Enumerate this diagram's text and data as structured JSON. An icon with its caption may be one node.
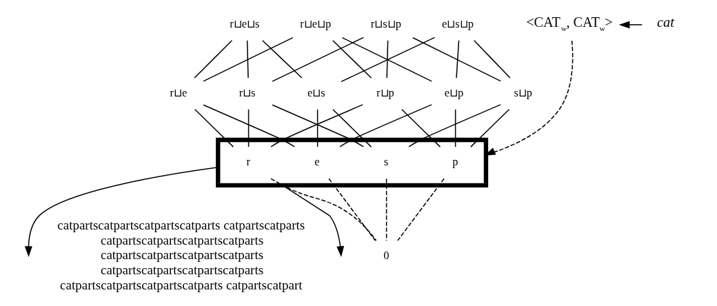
{
  "diagram": {
    "nodes": [
      {
        "text": [
          "r⊔e⊔s"
        ]
      },
      {
        "text": [
          "r⊔e⊔p"
        ]
      },
      {
        "text": [
          "r⊔s⊔p"
        ]
      },
      {
        "text": [
          "e⊔s⊔p"
        ]
      },
      {
        "text": [
          "r⊔e"
        ]
      },
      {
        "text": [
          "r⊔s"
        ]
      },
      {
        "text": [
          "r⊔p"
        ]
      },
      {
        "text": [
          "e⊔s"
        ]
      },
      {
        "text": [
          "e⊔p"
        ]
      },
      {
        "text": [
          "s⊔p"
        ]
      },
      {
        "text": [],
        "shape": "box"
      },
      {
        "text": [
          "r"
        ],
        "in": 10
      },
      {
        "text": [
          "e"
        ],
        "in": 10
      },
      {
        "text": [
          "s"
        ],
        "in": 10
      },
      {
        "text": [
          "p"
        ],
        "in": 10
      },
      {
        "text": [
          "<CAT$_{w}$, CAT$_{w}$>"
        ]
      },
      {
        "text": [
          "cat"
        ]
      },
      {
        "text": [
          "0"
        ]
      }
    ],
    "edges": [
      {
        "from": 0,
        "to": 4,
        "arrow": "none"
      },
      {
        "from": 0,
        "to": 5,
        "arrow": "none"
      },
      {
        "from": 0,
        "to": 7,
        "arrow": "none"
      },
      {
        "from": 1,
        "to": 4,
        "arrow": "none"
      },
      {
        "from": 1,
        "to": 6,
        "arrow": "none"
      },
      {
        "from": 1,
        "to": 8,
        "arrow": "none"
      },
      {
        "from": 2,
        "to": 5,
        "arrow": "none"
      },
      {
        "from": 2,
        "to": 6,
        "arrow": "none"
      },
      {
        "from": 2,
        "to": 9,
        "arrow": "none"
      },
      {
        "from": 3,
        "to": 7,
        "arrow": "none"
      },
      {
        "from": 3,
        "to": 8,
        "arrow": "none"
      },
      {
        "from": 3,
        "to": 9,
        "arrow": "none"
      },
      {
        "from": 4,
        "to": 11,
        "arrow": "none"
      },
      {
        "from": 4,
        "to": 12,
        "arrow": "none"
      },
      {
        "from": 5,
        "to": 11,
        "arrow": "none"
      },
      {
        "from": 5,
        "to": 13,
        "arrow": "none"
      },
      {
        "from": 6,
        "to": 11,
        "arrow": "none"
      },
      {
        "from": 6,
        "to": 14,
        "arrow": "none"
      },
      {
        "from": 7,
        "to": 12,
        "arrow": "none"
      },
      {
        "from": 7,
        "to": 13,
        "arrow": "none"
      },
      {
        "from": 8,
        "to": 12,
        "arrow": "none"
      },
      {
        "from": 8,
        "to": 14,
        "arrow": "none"
      },
      {
        "from": 9,
        "to": 13,
        "arrow": "none"
      },
      {
        "from": 9,
        "to": 14,
        "arrow": "none"
      },
      {
        "from": 15,
        "to": 10,
        "arrow": "to",
        "style": "dashed"
      },
      {
        "from": 16,
        "to": 15,
        "arrow": "to"
      },
      {
        "from": 11,
        "to": 17,
        "arrow": "none",
        "style": "dashed"
      },
      {
        "from": 12,
        "to": 17,
        "arrow": "none",
        "style": "dashed"
      },
      {
        "from": 13,
        "to": 17,
        "arrow": "none",
        "style": "dashed"
      },
      {
        "from": 14,
        "to": 17,
        "arrow": "none",
        "style": "dashed"
      },
      {
        "from": 10,
        "to": null,
        "arrow": "to"
      },
      {
        "from": 10,
        "to": null,
        "arrow": "to"
      }
    ],
    "labels": [
      "catpartscatpartscatpartscatparts catpartscatparts catpartscatpartscatpartscatparts catpartscatpartscatpartscatparts catpartscatpartscatpartscatparts catpartscatpartscatpartscatparts catpartscatpart"
    ]
  }
}
